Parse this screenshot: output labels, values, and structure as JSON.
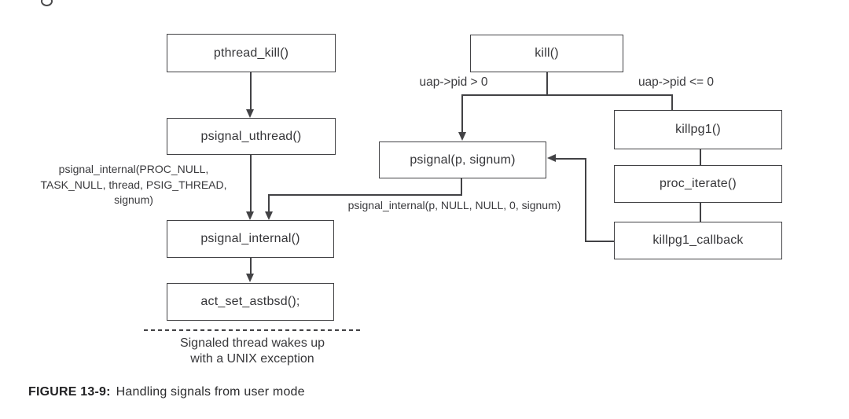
{
  "diagram": {
    "type": "flowchart",
    "colors": {
      "line": "#424245",
      "node_border": "#424245",
      "text": "#38383b",
      "caption_bold": "#222224",
      "background": "#ffffff"
    },
    "nodes": [
      {
        "id": "pthread-kill",
        "label": "pthread_kill()"
      },
      {
        "id": "psignal-uthread",
        "label": "psignal_uthread()"
      },
      {
        "id": "psignal-internal",
        "label": "psignal_internal()"
      },
      {
        "id": "act-set-astbsd",
        "label": "act_set_astbsd();"
      },
      {
        "id": "kill",
        "label": "kill()"
      },
      {
        "id": "psignal",
        "label": "psignal(p, signum)"
      },
      {
        "id": "killpg1",
        "label": "killpg1()"
      },
      {
        "id": "proc-iterate",
        "label": "proc_iterate()"
      },
      {
        "id": "killpg1-callback",
        "label": "killpg1_callback"
      }
    ],
    "edge_labels": {
      "uthread_args": "psignal_internal(PROC_NULL,\nTASK_NULL, thread, PSIG_THREAD,\nsignum)",
      "psignal_args": "psignal_internal(p, NULL, NULL, 0, signum)",
      "branch_left": "uap->pid > 0",
      "branch_right": "uap->pid <= 0"
    },
    "note": "Signaled thread wakes up\nwith a UNIX exception",
    "caption": {
      "label": "FIGURE 13-9:",
      "text": "Handling signals from user mode"
    }
  }
}
